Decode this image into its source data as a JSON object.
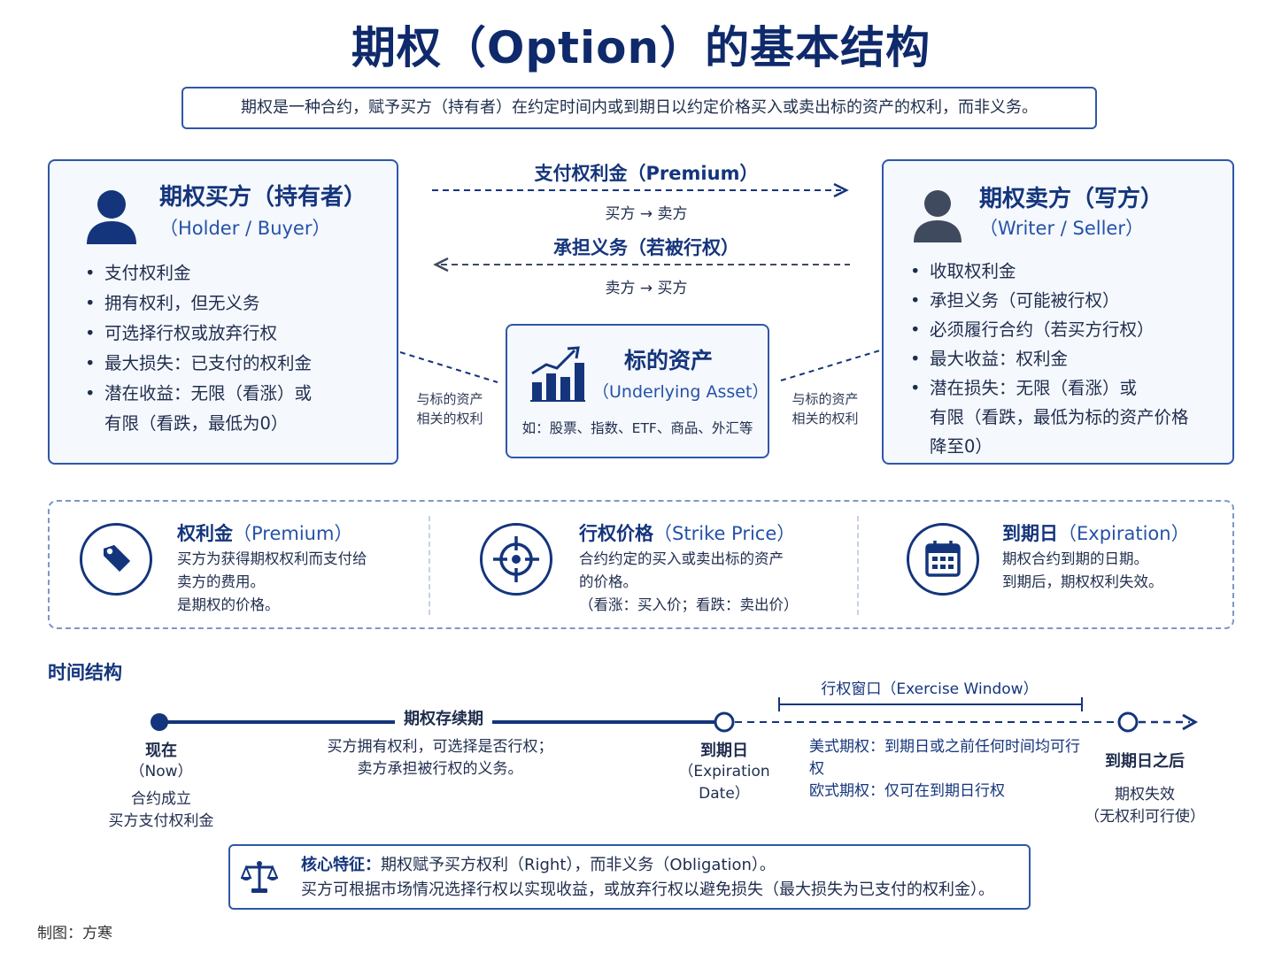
{
  "title": "期权（Option）的基本结构",
  "definition": "期权是一种合约，赋予买方（持有者）在约定时间内或到期日以约定价格买入或卖出标的资产的权利，而非义务。",
  "buyer": {
    "title": "期权买方（持有者）",
    "subtitle": "（Holder / Buyer）",
    "bullets": [
      "支付权利金",
      "拥有权利，但无义务",
      "可选择行权或放弃行权",
      "最大损失：已支付的权利金",
      "潜在收益：无限（看涨）或"
    ],
    "bullet_cont": "有限（看跌，最低为0）"
  },
  "seller": {
    "title": "期权卖方（写方）",
    "subtitle": "（Writer / Seller）",
    "bullets": [
      "收取权利金",
      "承担义务（可能被行权）",
      "必须履行合约（若买方行权）",
      "最大收益：权利金",
      "潜在损失：无限（看涨）或"
    ],
    "bullet_cont": [
      "有限（看跌，最低为标的资产价格",
      "降至0）"
    ]
  },
  "flow": {
    "premium_label": "支付权利金（Premium）",
    "premium_dir": "买方 → 卖方",
    "obligation_label": "承担义务（若被行权）",
    "obligation_dir": "卖方 → 买方"
  },
  "underlying": {
    "title": "标的资产",
    "subtitle": "（Underlying Asset）",
    "examples": "如：股票、指数、ETF、商品、外汇等",
    "left_note": [
      "与标的资产",
      "相关的权利"
    ],
    "right_note": [
      "与标的资产",
      "相关的权利"
    ]
  },
  "concepts": [
    {
      "title": "权利金",
      "en": "（Premium）",
      "desc": [
        "买方为获得期权权利而支付给",
        "卖方的费用。",
        "是期权的价格。"
      ]
    },
    {
      "title": "行权价格",
      "en": "（Strike Price）",
      "desc": [
        "合约约定的买入或卖出标的资产",
        "的价格。",
        "（看涨：买入价；看跌：卖出价）"
      ]
    },
    {
      "title": "到期日",
      "en": "（Expiration）",
      "desc": [
        "期权合约到期的日期。",
        "到期后，期权权利失效。"
      ]
    }
  ],
  "timeline": {
    "section_title": "时间结构",
    "duration_label": "期权存续期",
    "duration_desc": [
      "买方拥有权利，可选择是否行权；",
      "卖方承担被行权的义务。"
    ],
    "window_label": "行权窗口（Exercise Window）",
    "window_desc": [
      "美式期权：到期日或之前任何时间均可行权",
      "欧式期权：仅可在到期日行权"
    ],
    "now_title": "现在",
    "now_en": "（Now）",
    "now_desc": [
      "合约成立",
      "买方支付权利金"
    ],
    "exp_title": "到期日",
    "exp_en": "（Expiration Date）",
    "after_title": "到期日之后",
    "after_desc": [
      "期权失效",
      "（无权利可行使）"
    ]
  },
  "core": {
    "label": "核心特征：",
    "line1": "期权赋予买方权利（Right），而非义务（Obligation）。",
    "line2": "买方可根据市场情况选择行权以实现收益，或放弃行权以避免损失（最大损失为已支付的权利金）。"
  },
  "credit": "制图：方寒",
  "colors": {
    "navy": "#14357c",
    "accent": "#2552a8",
    "card_bg": "#f5f8fd"
  }
}
